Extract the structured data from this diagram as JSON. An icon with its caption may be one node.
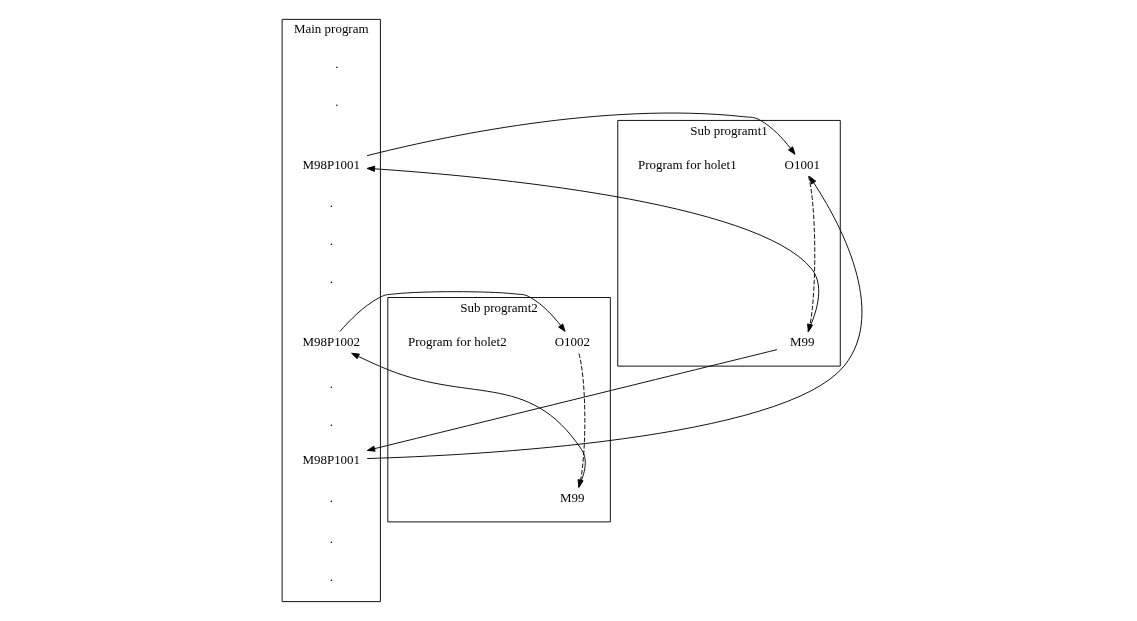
{
  "diagram": {
    "nodes": [
      {
        "text": [
          "Main program"
        ]
      },
      {
        "text": [
          "."
        ],
        "in": 0
      },
      {
        "text": [
          "."
        ],
        "in": 0
      },
      {
        "text": [
          "M98P1001"
        ],
        "in": 0
      },
      {
        "text": [
          "."
        ],
        "in": 0
      },
      {
        "text": [
          "."
        ],
        "in": 0
      },
      {
        "text": [
          "."
        ],
        "in": 0
      },
      {
        "text": [
          "M98P1002"
        ],
        "in": 0
      },
      {
        "text": [
          "."
        ],
        "in": 0
      },
      {
        "text": [
          "."
        ],
        "in": 0
      },
      {
        "text": [
          "M98P1001"
        ],
        "in": 0
      },
      {
        "text": [
          "."
        ],
        "in": 0
      },
      {
        "text": [
          "."
        ],
        "in": 0
      },
      {
        "text": [
          "."
        ],
        "in": 0
      },
      {
        "text": [
          "Sub programt1"
        ],
        "beside": [
          "Program for holet1"
        ]
      },
      {
        "text": [
          "O1001"
        ],
        "in": 14
      },
      {
        "text": [
          "M99"
        ],
        "in": 14
      },
      {
        "text": [
          "Sub programt2"
        ],
        "beside": [
          "Program for holet2"
        ]
      },
      {
        "text": [
          "O1002"
        ],
        "in": 17
      },
      {
        "text": [
          "M99"
        ],
        "in": 17
      }
    ],
    "edges": [
      {
        "from": 3,
        "to": 15,
        "arrow": "to"
      },
      {
        "from": 16,
        "to": 3,
        "arrow": "to"
      },
      {
        "from": 10,
        "to": 15,
        "arrow": "to"
      },
      {
        "from": 16,
        "to": 10,
        "arrow": "to"
      },
      {
        "from": 7,
        "to": 18,
        "arrow": "to"
      },
      {
        "from": 19,
        "to": 7,
        "arrow": "to"
      },
      {
        "from": 15,
        "to": 16,
        "arrow": "to",
        "style": "dashed"
      },
      {
        "from": 18,
        "to": 19,
        "arrow": "to",
        "style": "dashed"
      }
    ]
  }
}
